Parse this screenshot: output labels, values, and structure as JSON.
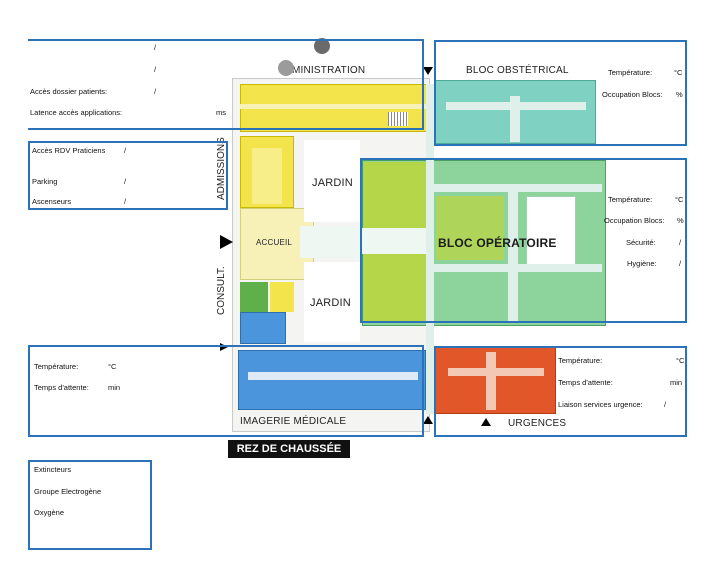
{
  "zones": {
    "administration": "MINISTRATION",
    "obstetrical": "BLOC OBSTÉTRICAL",
    "admissions": "ADMISSIONS",
    "jardin_top": "JARDIN",
    "jardin_bottom": "JARDIN",
    "accueil": "ACCUEIL",
    "consult": "CONSULT.",
    "operating": "BLOC OPÉRATOIRE",
    "imagerie": "IMAGERIE MÉDICALE",
    "urgences": "URGENCES",
    "floor": "REZ DE CHAUSSÉE"
  },
  "panels": {
    "admin": {
      "slash1": "/",
      "slash2": "/",
      "dossier_label": "Accès dossier patients:",
      "dossier_slash": "/",
      "latence_label": "Latence accès applications:",
      "latence_unit": "ms"
    },
    "obstetrical": {
      "temp_label": "Température:",
      "temp_unit": "°C",
      "occ_label": "Occupation Blocs:",
      "occ_unit": "%"
    },
    "admissions": {
      "rdv_label": "Accès RDV Praticiens",
      "rdv_slash": "/",
      "parking_label": "Parking",
      "parking_slash": "/",
      "ascenseurs_label": "Ascenseurs",
      "ascenseurs_slash": "/"
    },
    "operating": {
      "temp_label": "Température:",
      "temp_unit": "°C",
      "occ_label": "Occupation Blocs:",
      "occ_unit": "%",
      "secu_label": "Sécurité:",
      "secu_slash": "/",
      "hyg_label": "Hygiène:",
      "hyg_slash": "/"
    },
    "imagerie": {
      "temp_label": "Température:",
      "temp_unit": "°C",
      "wait_label": "Temps d'attente:",
      "wait_unit": "min"
    },
    "urgences": {
      "temp_label": "Température:",
      "temp_unit": "°C",
      "wait_label": "Temps d'attente:",
      "wait_unit": "min",
      "liaison_label": "Liaison services urgence:",
      "liaison_slash": "/"
    },
    "equipment": {
      "item1": "Extincteurs",
      "item2": "Groupe Electrogène",
      "item3": "Oxygène"
    }
  },
  "colors": {
    "panel_border": "#2c72b8",
    "admin_yellow": "#f2e44a",
    "obstetric_teal": "#7fd1c1",
    "operating_green": "#8dd39c",
    "operating_lime": "#b6d64a",
    "consult_green": "#5fb04a",
    "imagerie_blue": "#4b95dd",
    "urgences_red": "#e2572a",
    "corridor": "#dff0ea"
  }
}
